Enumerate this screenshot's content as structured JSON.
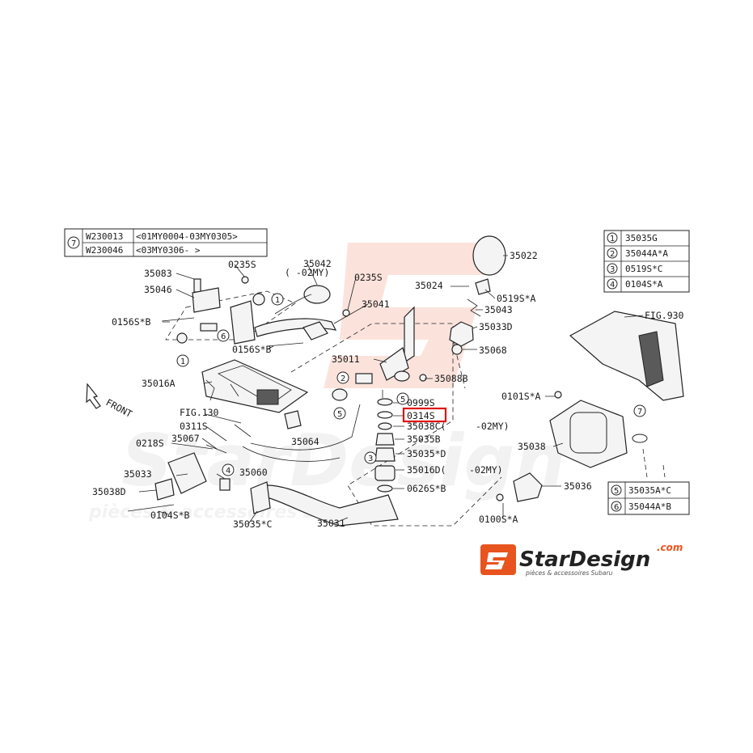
{
  "diagram": {
    "front_label": "FRONT",
    "top_left_table": {
      "key": "7",
      "rows": [
        {
          "code": "W230013",
          "range": "<01MY0004-03MY0305>"
        },
        {
          "code": "W230046",
          "range": "<03MY0306-          >"
        }
      ]
    },
    "top_right_table": [
      {
        "key": "1",
        "part": "35035G"
      },
      {
        "key": "2",
        "part": "35044A*A"
      },
      {
        "key": "3",
        "part": "0519S*C"
      },
      {
        "key": "4",
        "part": "0104S*A"
      }
    ],
    "bottom_right_table": [
      {
        "key": "5",
        "part": "35035A*C"
      },
      {
        "key": "6",
        "part": "35044A*B"
      }
    ],
    "labels": {
      "p35083": "35083",
      "p35046": "35046",
      "p0235s_a": "0235S",
      "p35042": "35042",
      "p02my_a": "( -02MY)",
      "p0235s_b": "0235S",
      "p35041": "35041",
      "p0156sb_a": "0156S*B",
      "p0156sb_b": "0156S*B",
      "p35016a": "35016A",
      "p35011": "35011",
      "p35088b": "35088B",
      "p35022": "35022",
      "p35024": "35024",
      "p0519sa": "0519S*A",
      "p35043": "35043",
      "p35033d": "35033D",
      "p35068": "35068",
      "p0999s": "0999S",
      "p0314s": "0314S",
      "p35038c": "35038C(",
      "p02my_b": "-02MY)",
      "p35035b": "35035B",
      "p35035d": "35035*D",
      "p35016d": "35016D(",
      "p02my_c": "-02MY)",
      "p0626sb": "0626S*B",
      "pfig130": "FIG.130",
      "p0311s": "0311S",
      "p35067": "35067",
      "p0218s": "0218S",
      "p35064": "35064",
      "p35060": "35060",
      "p35033": "35033",
      "p35038d": "35038D",
      "p0104sb": "0104S*B",
      "p35035c": "35035*C",
      "p35031": "35031",
      "pfig930": "FIG.930",
      "p0101sa": "0101S*A",
      "p35038": "35038",
      "p35036": "35036",
      "p0100sa": "0100S*A"
    },
    "callouts": {
      "c1a": "1",
      "c1b": "1",
      "c2": "2",
      "c3": "3",
      "c4": "4",
      "c5a": "5",
      "c5b": "5",
      "c6": "6",
      "c7": "7"
    },
    "highlight_color": "#e01010"
  },
  "logo": {
    "wordmark": "StarDesign",
    "tld": ".com",
    "tagline": "pièces & accessoires Subaru",
    "accent": "#e8541e"
  },
  "watermark": {
    "wordmark": "StarDesign",
    "tagline": "pièces & accessoires Subaru"
  }
}
